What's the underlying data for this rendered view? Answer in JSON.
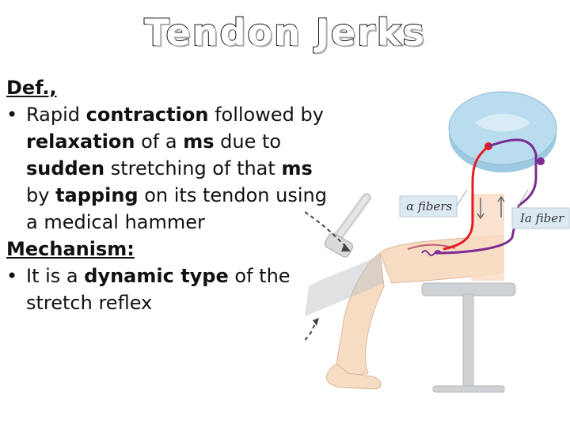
{
  "slide": {
    "title": "Tendon Jerks"
  },
  "definition": {
    "heading": "Def.,",
    "bullet": [
      {
        "text": "Rapid ",
        "bold": false
      },
      {
        "text": "contraction",
        "bold": true
      },
      {
        "text": " followed by ",
        "bold": false
      },
      {
        "text": "relaxation",
        "bold": true
      },
      {
        "text": " of a ",
        "bold": false
      },
      {
        "text": "ms",
        "bold": true
      },
      {
        "text": " due to ",
        "bold": false
      },
      {
        "text": "sudden",
        "bold": true
      },
      {
        "text": " stretching of that ",
        "bold": false
      },
      {
        "text": "ms",
        "bold": true
      },
      {
        "text": " by ",
        "bold": false
      },
      {
        "text": "tapping",
        "bold": true
      },
      {
        "text": " on its tendon using a medical hammer",
        "bold": false
      }
    ]
  },
  "mechanism": {
    "heading": "Mechanism:",
    "bullet": [
      {
        "text": "It is a ",
        "bold": false
      },
      {
        "text": "dynamic type",
        "bold": true
      },
      {
        "text": " of the stretch reflex",
        "bold": false
      }
    ]
  },
  "figure": {
    "labels": {
      "alpha_fibers": "α fibers",
      "ia_fiber": "Ia fiber"
    },
    "colors": {
      "spinal_cord": "#b9dcef",
      "motor_fiber": "#e31b23",
      "sensory_fiber": "#7b2c91",
      "skin": "#f7dcc4",
      "stool": "#cfd2d4",
      "label_box": "#dce9f2"
    }
  }
}
